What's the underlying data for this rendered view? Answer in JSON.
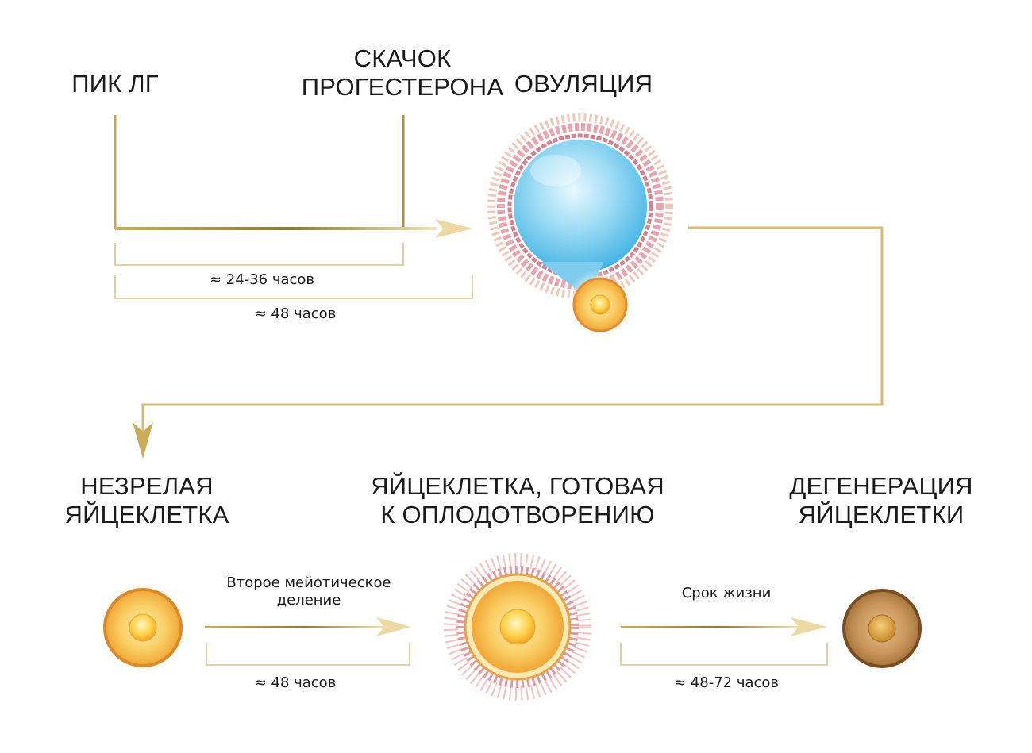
{
  "titles": {
    "lh_peak": "ПИК ЛГ",
    "progesterone_line1": "СКАЧОК",
    "progesterone_line2": "ПРОГЕСТЕРОНА",
    "ovulation": "ОВУЛЯЦИЯ",
    "immature_line1": "НЕЗРЕЛАЯ",
    "immature_line2": "ЯЙЦЕКЛЕТКА",
    "ready_line1": "ЯЙЦЕКЛЕТКА, ГОТОВАЯ",
    "ready_line2": "К ОПЛОДОТВОРЕНИЮ",
    "degeneration_line1": "ДЕГЕНЕРАЦИЯ",
    "degeneration_line2": "ЯЙЦЕКЛЕТКИ"
  },
  "intervals": {
    "lh_to_progesterone": "≈ 24-36 часов",
    "lh_to_ovulation": "≈ 48 часов",
    "meiosis_label": "Второе мейотическое деление",
    "meiosis_duration": "≈ 48 часов",
    "lifespan_label": "Срок жизни",
    "lifespan_duration": "≈ 48-72 часов"
  },
  "colors": {
    "line_gold": "#c9b06a",
    "follicle_fluid": "#8fd8f3",
    "granulosa_pink": "#e5a0ad",
    "egg_yellow": "#f6b733",
    "egg_rim": "#d98a2b",
    "degenerate_brown": "#b9853f",
    "corona_pink": "#e9a7a6"
  }
}
